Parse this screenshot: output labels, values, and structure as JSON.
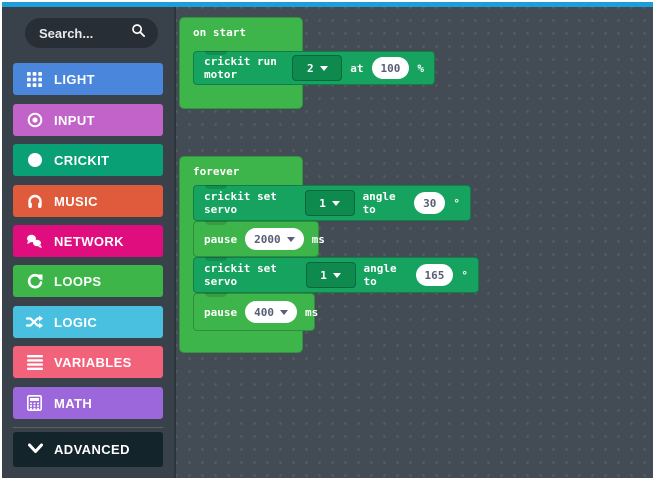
{
  "chrome": {
    "top_bar_color": "#1E9DDB",
    "workspace_bg": "#434C55",
    "toolbox_bg": "#39424B"
  },
  "toolbox": {
    "search": {
      "placeholder": "Search...",
      "icon": "search-icon"
    },
    "categories": [
      {
        "label": "LIGHT",
        "color": "#4A86DC",
        "icon": "grid-icon"
      },
      {
        "label": "INPUT",
        "color": "#C163C9",
        "icon": "bullseye-icon"
      },
      {
        "label": "CRICKIT",
        "color": "#0AA076",
        "icon": "circle-icon"
      },
      {
        "label": "MUSIC",
        "color": "#E05A3C",
        "icon": "headphones-icon"
      },
      {
        "label": "NETWORK",
        "color": "#E00D7F",
        "icon": "chat-bubbles-icon"
      },
      {
        "label": "LOOPS",
        "color": "#3EB549",
        "icon": "redo-arrow-icon"
      },
      {
        "label": "LOGIC",
        "color": "#4AC0E0",
        "icon": "shuffle-icon"
      },
      {
        "label": "VARIABLES",
        "color": "#F2637B",
        "icon": "list-icon"
      },
      {
        "label": "MATH",
        "color": "#9C67DB",
        "icon": "calculator-icon"
      }
    ],
    "advanced": {
      "label": "ADVANCED",
      "icon": "chevron-down-icon"
    }
  },
  "workspace": {
    "block_colors": {
      "loops_green": "#3EB54A",
      "crickit_teal": "#16A25F",
      "dropdown_teal": "#0E8A4F",
      "field_text": "#575E75"
    },
    "on_start": {
      "label": "on start"
    },
    "run_motor": {
      "prefix": "crickit run motor",
      "motor": "2",
      "mid": "at",
      "power": "100",
      "suffix": "%"
    },
    "forever": {
      "label": "forever"
    },
    "servo_a": {
      "prefix": "crickit set servo",
      "servo": "1",
      "mid": "angle to",
      "angle": "30",
      "suffix": "°"
    },
    "pause_a": {
      "prefix": "pause",
      "duration": "2000",
      "suffix": "ms"
    },
    "servo_b": {
      "prefix": "crickit set servo",
      "servo": "1",
      "mid": "angle to",
      "angle": "165",
      "suffix": "°"
    },
    "pause_b": {
      "prefix": "pause",
      "duration": "400",
      "suffix": "ms"
    }
  }
}
